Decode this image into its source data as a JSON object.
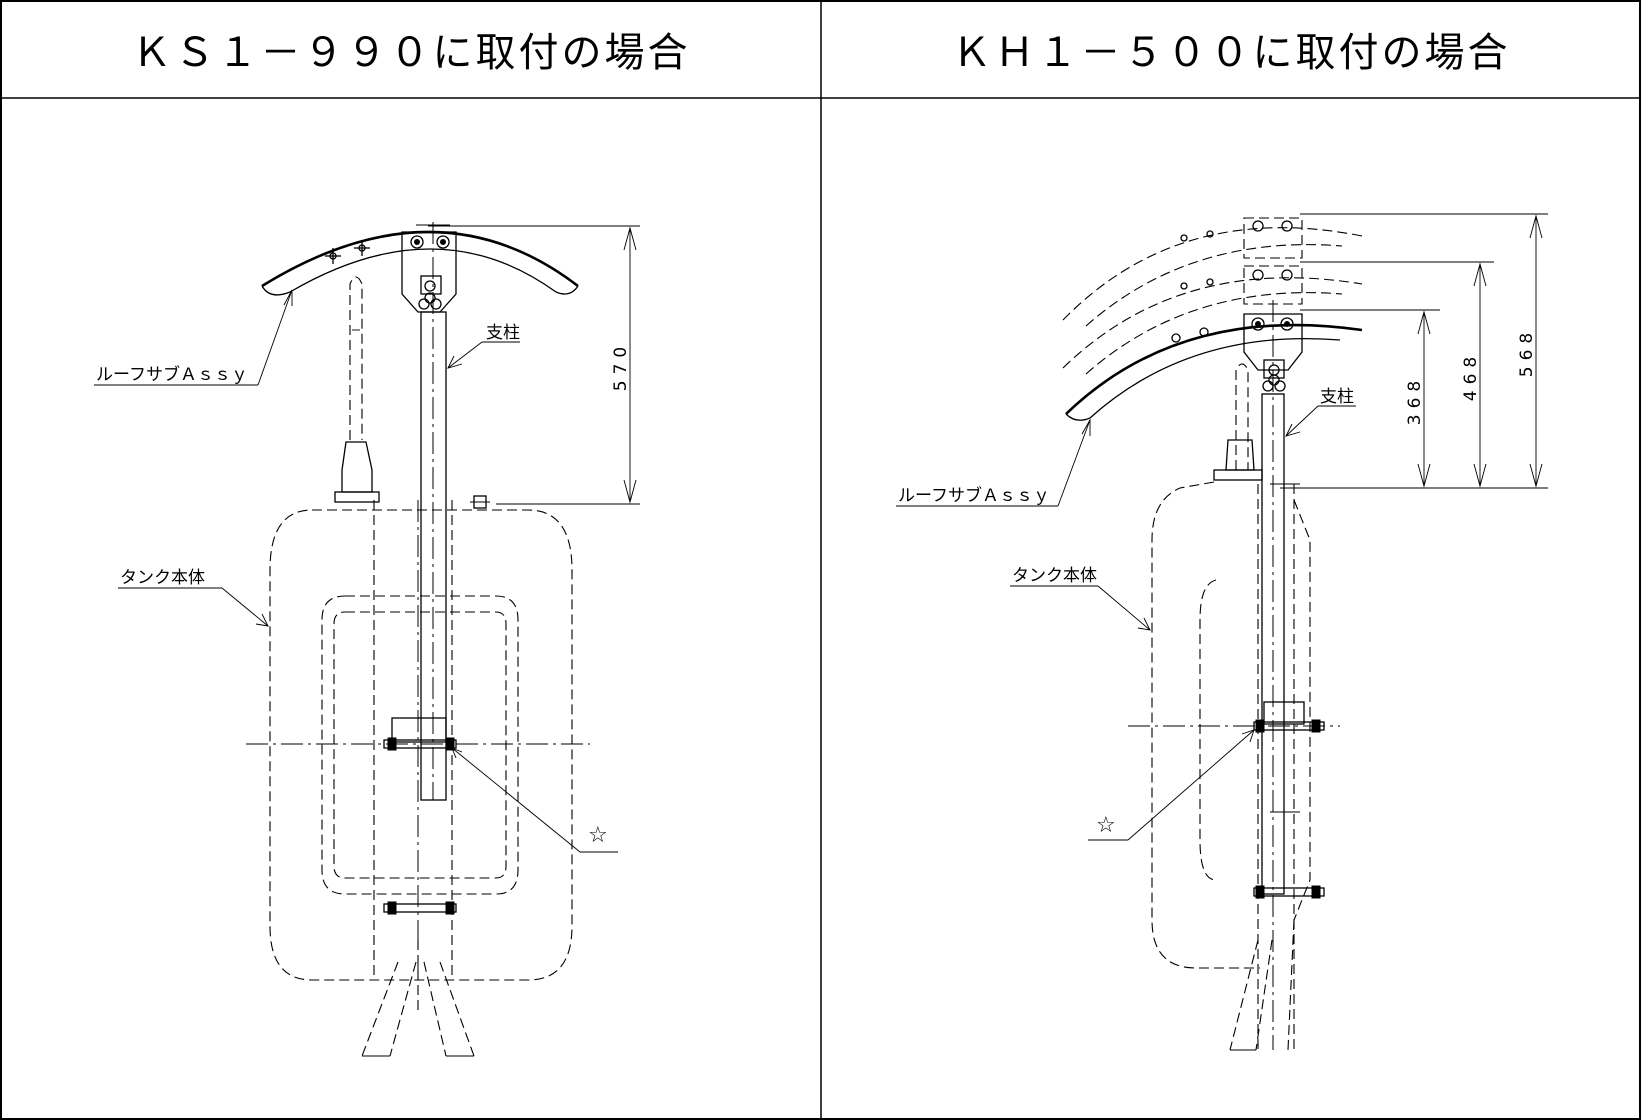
{
  "panels": [
    {
      "title": "ＫＳ１－９９０に取付の場合",
      "labels": {
        "roof": "ルーフサブＡｓｓｙ",
        "pole": "支柱",
        "tank": "タンク本体",
        "star": "☆"
      },
      "dimensions": [
        "570"
      ]
    },
    {
      "title": "ＫＨ１－５００に取付の場合",
      "labels": {
        "roof": "ルーフサブＡｓｓｙ",
        "pole": "支柱",
        "tank": "タンク本体",
        "star": "☆"
      },
      "dimensions": [
        "368",
        "468",
        "568"
      ]
    }
  ]
}
